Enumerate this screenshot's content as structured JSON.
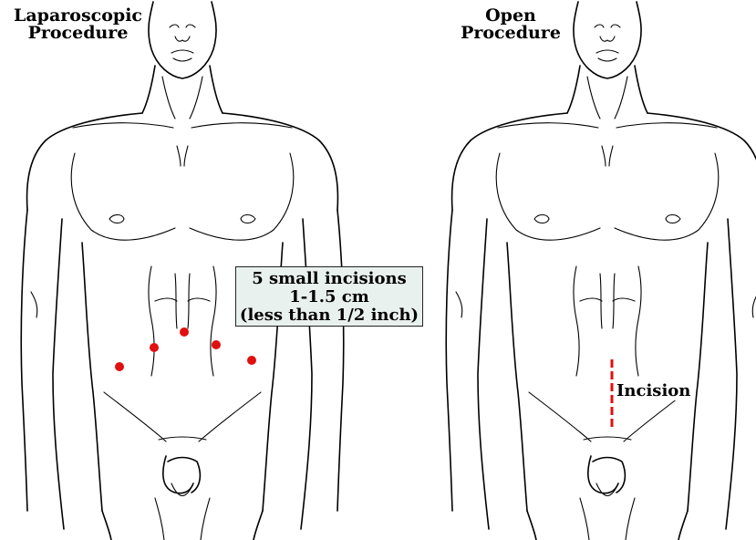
{
  "panels": {
    "left": {
      "title_line1": "Laparoscopic",
      "title_line2": "Procedure",
      "callout": {
        "line1": "5 small incisions",
        "line2": "1-1.5 cm",
        "line3": "(less than 1/2 inch)"
      }
    },
    "right": {
      "title_line1": "Open",
      "title_line2": "Procedure",
      "incision_label": "Incision"
    }
  },
  "colors": {
    "incision_marker": "#e01010",
    "callout_background": "#e9f1ee",
    "line_art": "#000000"
  }
}
